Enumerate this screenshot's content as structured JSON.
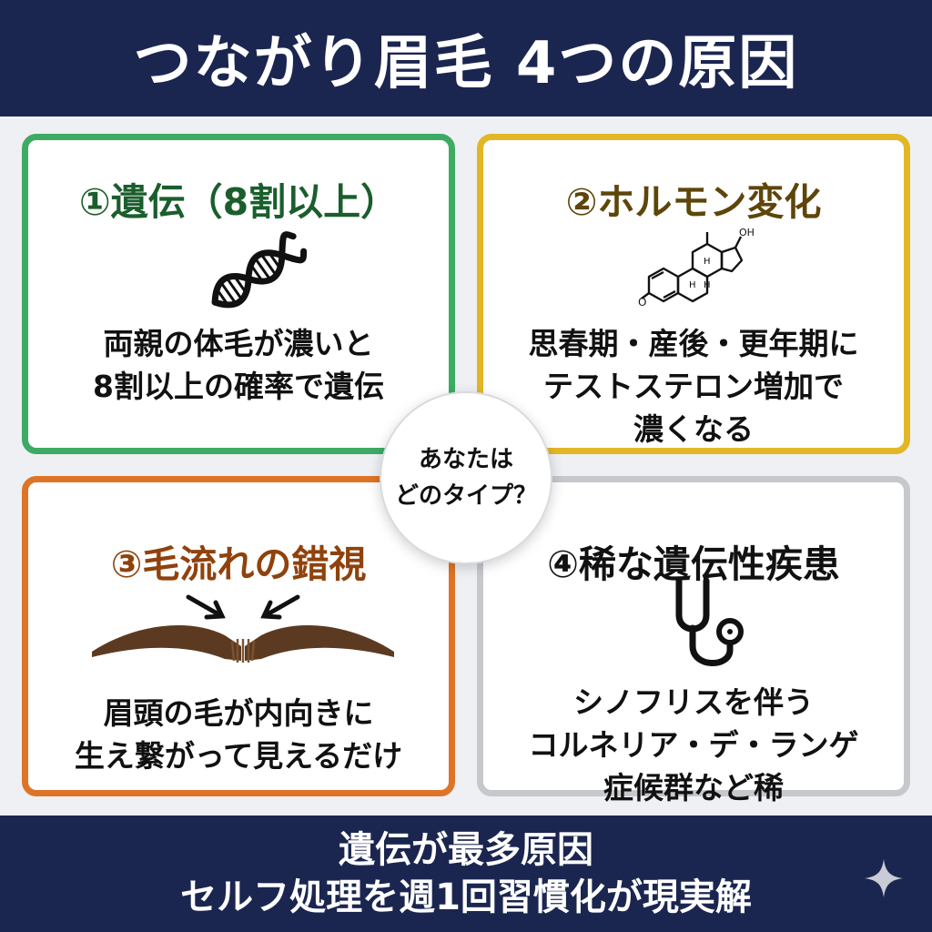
{
  "header": {
    "title": "つながり眉毛 4つの原因"
  },
  "cards": [
    {
      "title": "①遺伝（8割以上）",
      "icon": "dna-icon",
      "lines": [
        "両親の体毛が濃いと",
        "8割以上の確率で遺伝"
      ]
    },
    {
      "title": "②ホルモン変化",
      "icon": "steroid-molecule-icon",
      "lines": [
        "思春期・産後・更年期に",
        "テストステロン増加で",
        "濃くなる"
      ]
    },
    {
      "title": "③毛流れの錯視",
      "icon": "eyebrow-arrows-icon",
      "lines": [
        "眉頭の毛が内向きに",
        "生え繋がって見えるだけ"
      ]
    },
    {
      "title": "④稀な遺伝性疾患",
      "icon": "stethoscope-icon",
      "lines": [
        "シノフリスを伴う",
        "コルネリア・デ・ランゲ",
        "症候群など稀"
      ]
    }
  ],
  "center": {
    "lines": [
      "あなたは",
      "どのタイプ？"
    ]
  },
  "molecule": {
    "oh": "OH",
    "o": "O",
    "h": "H"
  },
  "footer": {
    "lines": [
      "遺伝が最多原因",
      "セルフ処理を週1回習慣化が現実解"
    ]
  },
  "colors": {
    "navy": "#1b2650",
    "green": "#3dab63",
    "gold": "#e3b626",
    "orange": "#de7427",
    "gray": "#c6c8cc"
  }
}
